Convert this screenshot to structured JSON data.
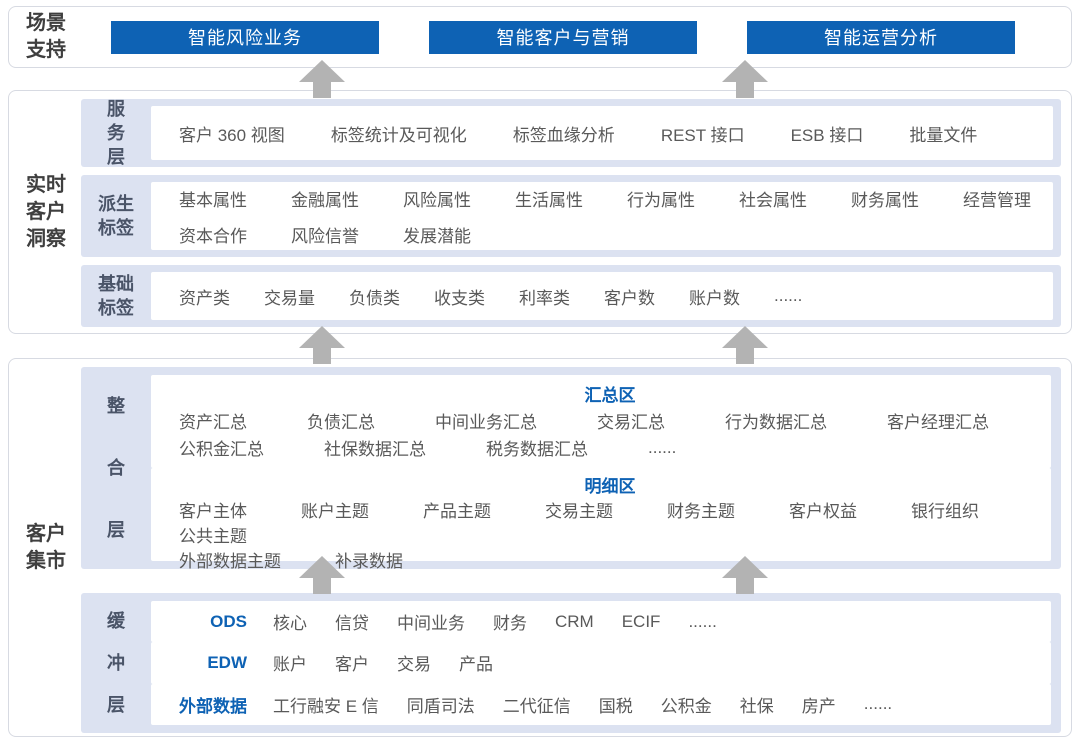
{
  "colors": {
    "accent_blue": "#0e62b4",
    "panel_lavender": "#dce2f1",
    "arrow_gray": "#b3b3b3"
  },
  "scene_support": {
    "label": "场景支持",
    "buttons": [
      "智能风险业务",
      "智能客户与营销",
      "智能运营分析"
    ]
  },
  "realtime_insight": {
    "label": "实时客户洞察",
    "layers": {
      "service": {
        "label": "服务层",
        "items": [
          "客户 360 视图",
          "标签统计及可视化",
          "标签血缘分析",
          "REST 接口",
          "ESB 接口",
          "批量文件"
        ]
      },
      "derived_tags": {
        "label": "派生标签",
        "rows": [
          [
            "基本属性",
            "金融属性",
            "风险属性",
            "生活属性",
            "行为属性",
            "社会属性",
            "财务属性",
            "经营管理"
          ],
          [
            "资本合作",
            "风险信誉",
            "发展潜能"
          ]
        ]
      },
      "basic_tags": {
        "label": "基础标签",
        "items": [
          "资产类",
          "交易量",
          "负债类",
          "收支类",
          "利率类",
          "客户数",
          "账户数",
          "......"
        ]
      }
    }
  },
  "customer_mart": {
    "label": "客户集市",
    "integration_layer": {
      "label": "整合层",
      "summary_zone": {
        "title": "汇总区",
        "rows": [
          [
            "资产汇总",
            "负债汇总",
            "中间业务汇总",
            "交易汇总",
            "行为数据汇总",
            "客户经理汇总"
          ],
          [
            "公积金汇总",
            "社保数据汇总",
            "税务数据汇总",
            "......"
          ]
        ]
      },
      "detail_zone": {
        "title": "明细区",
        "rows": [
          [
            "客户主体",
            "账户主题",
            "产品主题",
            "交易主题",
            "财务主题",
            "客户权益",
            "银行组织",
            "公共主题"
          ],
          [
            "外部数据主题",
            "补录数据"
          ]
        ]
      }
    },
    "buffer_layer": {
      "label": "缓冲层",
      "rows": [
        {
          "source": "ODS",
          "items": [
            "核心",
            "信贷",
            "中间业务",
            "财务",
            "CRM",
            "ECIF",
            "......"
          ]
        },
        {
          "source": "EDW",
          "items": [
            "账户",
            "客户",
            "交易",
            "产品"
          ]
        },
        {
          "source": "外部数据",
          "items": [
            "工行融安 E 信",
            "同盾司法",
            "二代征信",
            "国税",
            "公积金",
            "社保",
            "房产",
            "......"
          ]
        }
      ]
    }
  }
}
